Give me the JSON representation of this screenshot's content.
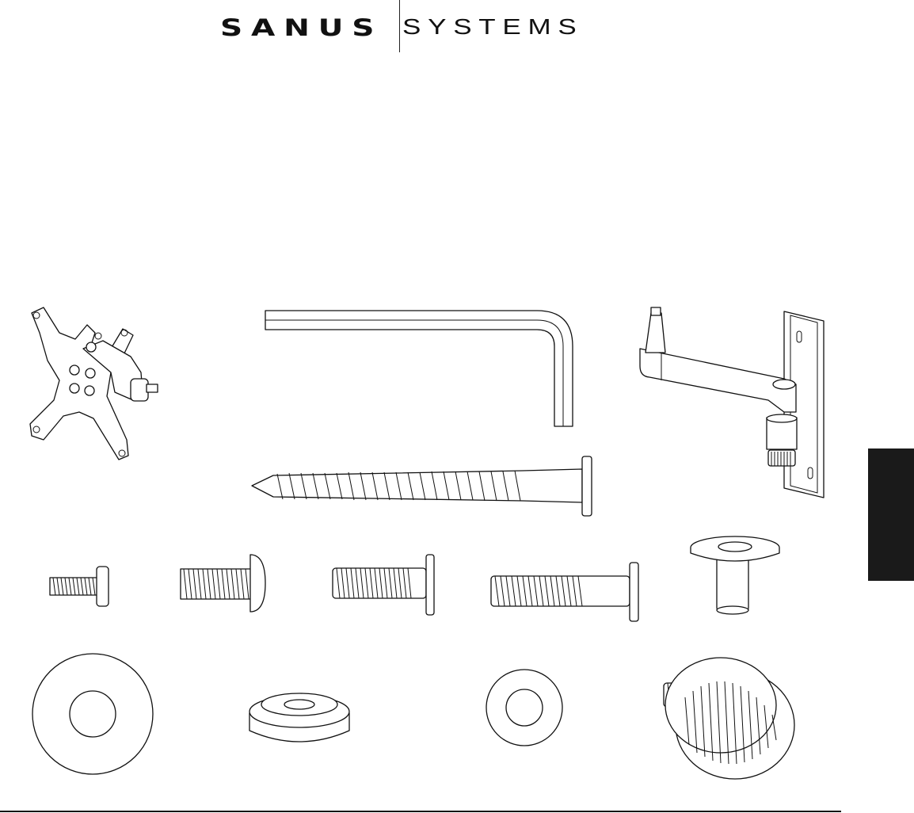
{
  "header": {
    "brand_bold": "SANUS",
    "brand_light": "SYSTEMS"
  },
  "parts": [
    {
      "name": "vesa-plate",
      "icon": "vesa-plate-icon"
    },
    {
      "name": "allen-wrench",
      "icon": "allen-wrench-icon"
    },
    {
      "name": "wall-arm",
      "icon": "wall-arm-icon"
    },
    {
      "name": "lag-bolt",
      "icon": "lag-bolt-icon"
    },
    {
      "name": "small-screw",
      "icon": "small-screw-icon"
    },
    {
      "name": "pan-head-bolt",
      "icon": "pan-head-bolt-icon"
    },
    {
      "name": "flat-head-bolt",
      "icon": "flat-head-bolt-icon"
    },
    {
      "name": "long-flat-head-bolt",
      "icon": "long-flat-head-bolt-icon"
    },
    {
      "name": "spacer",
      "icon": "spacer-icon"
    },
    {
      "name": "large-washer",
      "icon": "large-washer-icon"
    },
    {
      "name": "beveled-washer",
      "icon": "beveled-washer-icon"
    },
    {
      "name": "small-washer",
      "icon": "small-washer-icon"
    },
    {
      "name": "thumb-screw",
      "icon": "thumb-screw-icon"
    }
  ],
  "colors": {
    "ink": "#111111",
    "tab": "#1a1a1a",
    "paper": "#ffffff"
  }
}
